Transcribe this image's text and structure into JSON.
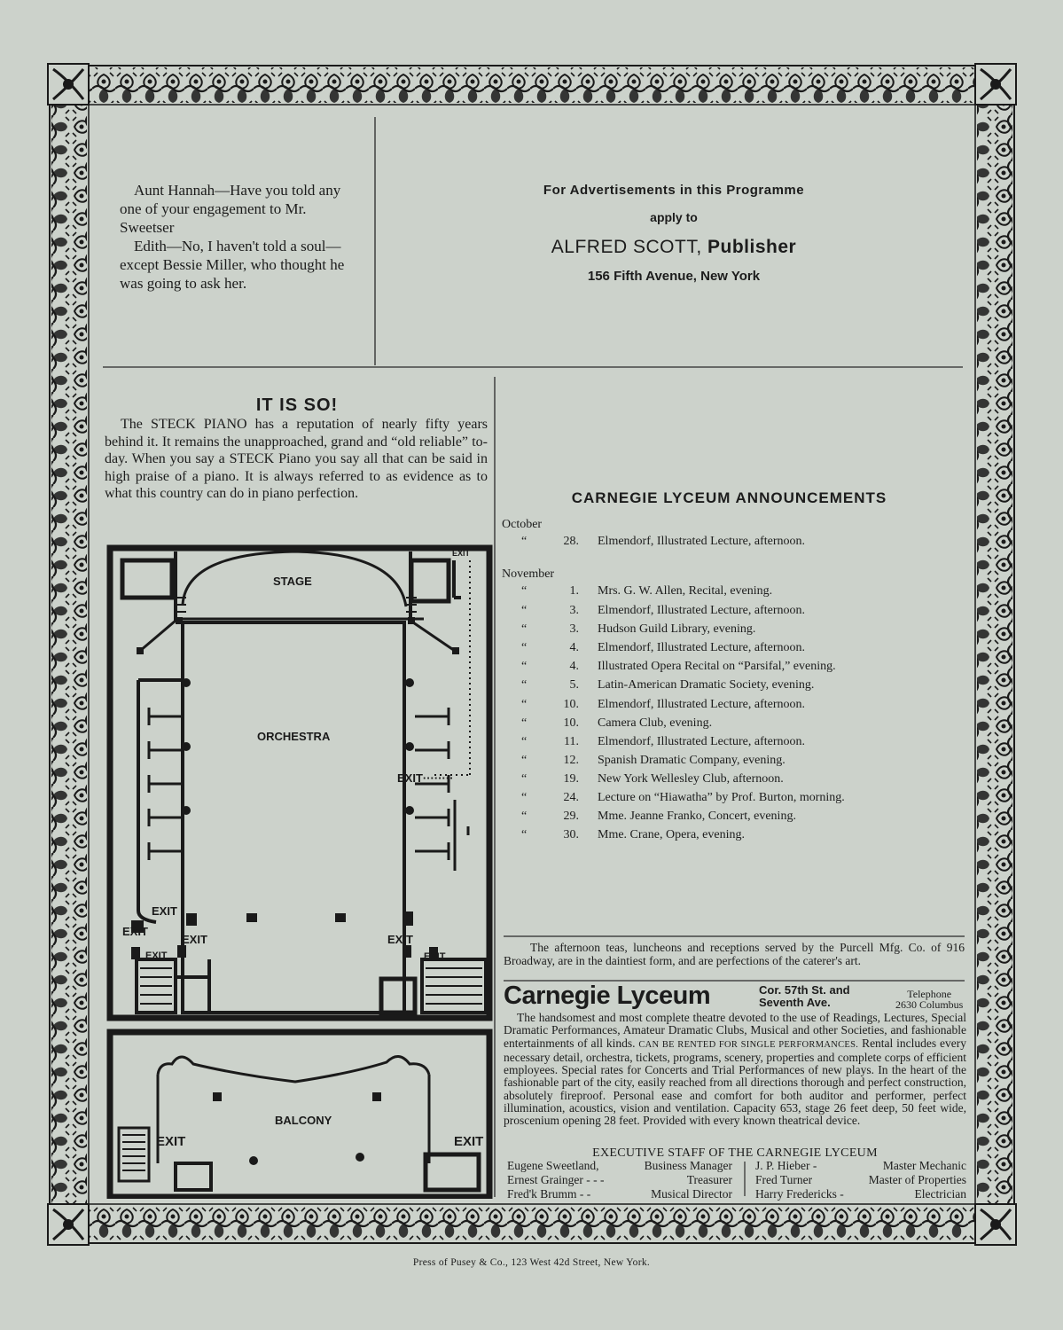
{
  "joke": {
    "p1": "Aunt Hannah—Have you told any one of your engagement to Mr. Sweetser",
    "p2": "Edith—No, I haven't told a soul—except Bessie Miller, who thought he was going to ask her."
  },
  "advert": {
    "line1": "For Advertisements in this Programme",
    "line2": "apply to",
    "line3_name": "ALFRED SCOTT,",
    "line3_title": "Publisher",
    "line4": "156 Fifth Avenue, New York"
  },
  "steck": {
    "title": "IT IS SO!",
    "body": "The STECK PIANO has a reputation of nearly fifty years behind it. It remains the unapproached, grand and “old reliable” to-day. When you say a STECK Piano you say all that can be said in high praise of a piano. It is always referred to as evidence as to what this country can do in piano perfection."
  },
  "floorplan": {
    "stage": "STAGE",
    "orchestra": "ORCHESTRA",
    "balcony": "BALCONY",
    "exit_upper": "EXIT",
    "exit": "EXIT",
    "exit_right": "EXIT········"
  },
  "announcements": {
    "title": "CARNEGIE LYCEUM ANNOUNCEMENTS",
    "october_label": "October",
    "november_label": "November",
    "ditto": "“",
    "october": [
      {
        "day": "28.",
        "text": "Elmendorf, Illustrated Lecture, afternoon."
      }
    ],
    "november": [
      {
        "day": "1.",
        "text": "Mrs. G. W. Allen, Recital, evening."
      },
      {
        "day": "3.",
        "text": "Elmendorf, Illustrated Lecture, afternoon."
      },
      {
        "day": "3.",
        "text": "Hudson Guild Library, evening."
      },
      {
        "day": "4.",
        "text": "Elmendorf, Illustrated Lecture, afternoon."
      },
      {
        "day": "4.",
        "text": "Illustrated Opera Recital on “Parsifal,” evening."
      },
      {
        "day": "5.",
        "text": "Latin-American Dramatic Society, evening."
      },
      {
        "day": "10.",
        "text": "Elmendorf, Illustrated Lecture, afternoon."
      },
      {
        "day": "10.",
        "text": "Camera Club, evening."
      },
      {
        "day": "11.",
        "text": "Elmendorf, Illustrated Lecture, afternoon."
      },
      {
        "day": "12.",
        "text": "Spanish Dramatic Company, evening."
      },
      {
        "day": "19.",
        "text": "New York Wellesley Club, afternoon."
      },
      {
        "day": "24.",
        "text": "Lecture on “Hiawatha” by Prof. Burton, morning."
      },
      {
        "day": "29.",
        "text": "Mme. Jeanne Franko, Concert, evening."
      },
      {
        "day": "30.",
        "text": "Mme. Crane, Opera, evening."
      }
    ]
  },
  "purcell": "The afternoon teas, luncheons and receptions served by the Purcell Mfg. Co. of 916 Broadway, are in the daintiest form, and are perfections of the caterer's art.",
  "lyceum": {
    "name": "Carnegie Lyceum",
    "addr1": "Cor. 57th St. and",
    "addr2": "Seventh Ave.",
    "tel1": "Telephone",
    "tel2": "2630 Columbus",
    "desc_a": "The handsomest and most complete theatre devoted to the use of Readings, Lectures, Special Dramatic Performances, Amateur Dramatic Clubs, Musical and other Societies, and fashionable entertainments of all kinds.",
    "desc_sc": "CAN BE RENTED FOR SINGLE PERFORMANCES.",
    "desc_b": "Rental includes every necessary detail, orchestra, tickets, programs, scenery, properties and complete corps of efficient employees. Special rates for Concerts and Trial Performances of new plays. In the heart of the fashionable part of the city, easily reached from all directions thorough and perfect construction, absolutely fireproof. Personal ease and comfort for both auditor and performer, perfect illumination, acoustics, vision and ventilation. Capacity 653, stage 26 feet deep, 50 feet wide, proscenium opening 28 feet. Provided with every known theatrical device.",
    "staff_title": "EXECUTIVE STAFF OF THE CARNEGIE LYCEUM",
    "staff_left": [
      {
        "name": "Eugene Sweetland,",
        "role": "Business Manager"
      },
      {
        "name": "Ernest Grainger - - -",
        "role": "Treasurer"
      },
      {
        "name": "Fred'k Brumm - -",
        "role": "Musical Director"
      }
    ],
    "staff_right": [
      {
        "name": "J. P. Hieber -",
        "role": "Master Mechanic"
      },
      {
        "name": "Fred Turner",
        "role": "Master of Properties"
      },
      {
        "name": "Harry Fredericks -",
        "role": "Electrician"
      }
    ]
  },
  "footer": "Press of Pusey & Co., 123 West 42d Street, New York.",
  "colors": {
    "paper": "#ccd2cb",
    "ink": "#1c1c1c"
  }
}
